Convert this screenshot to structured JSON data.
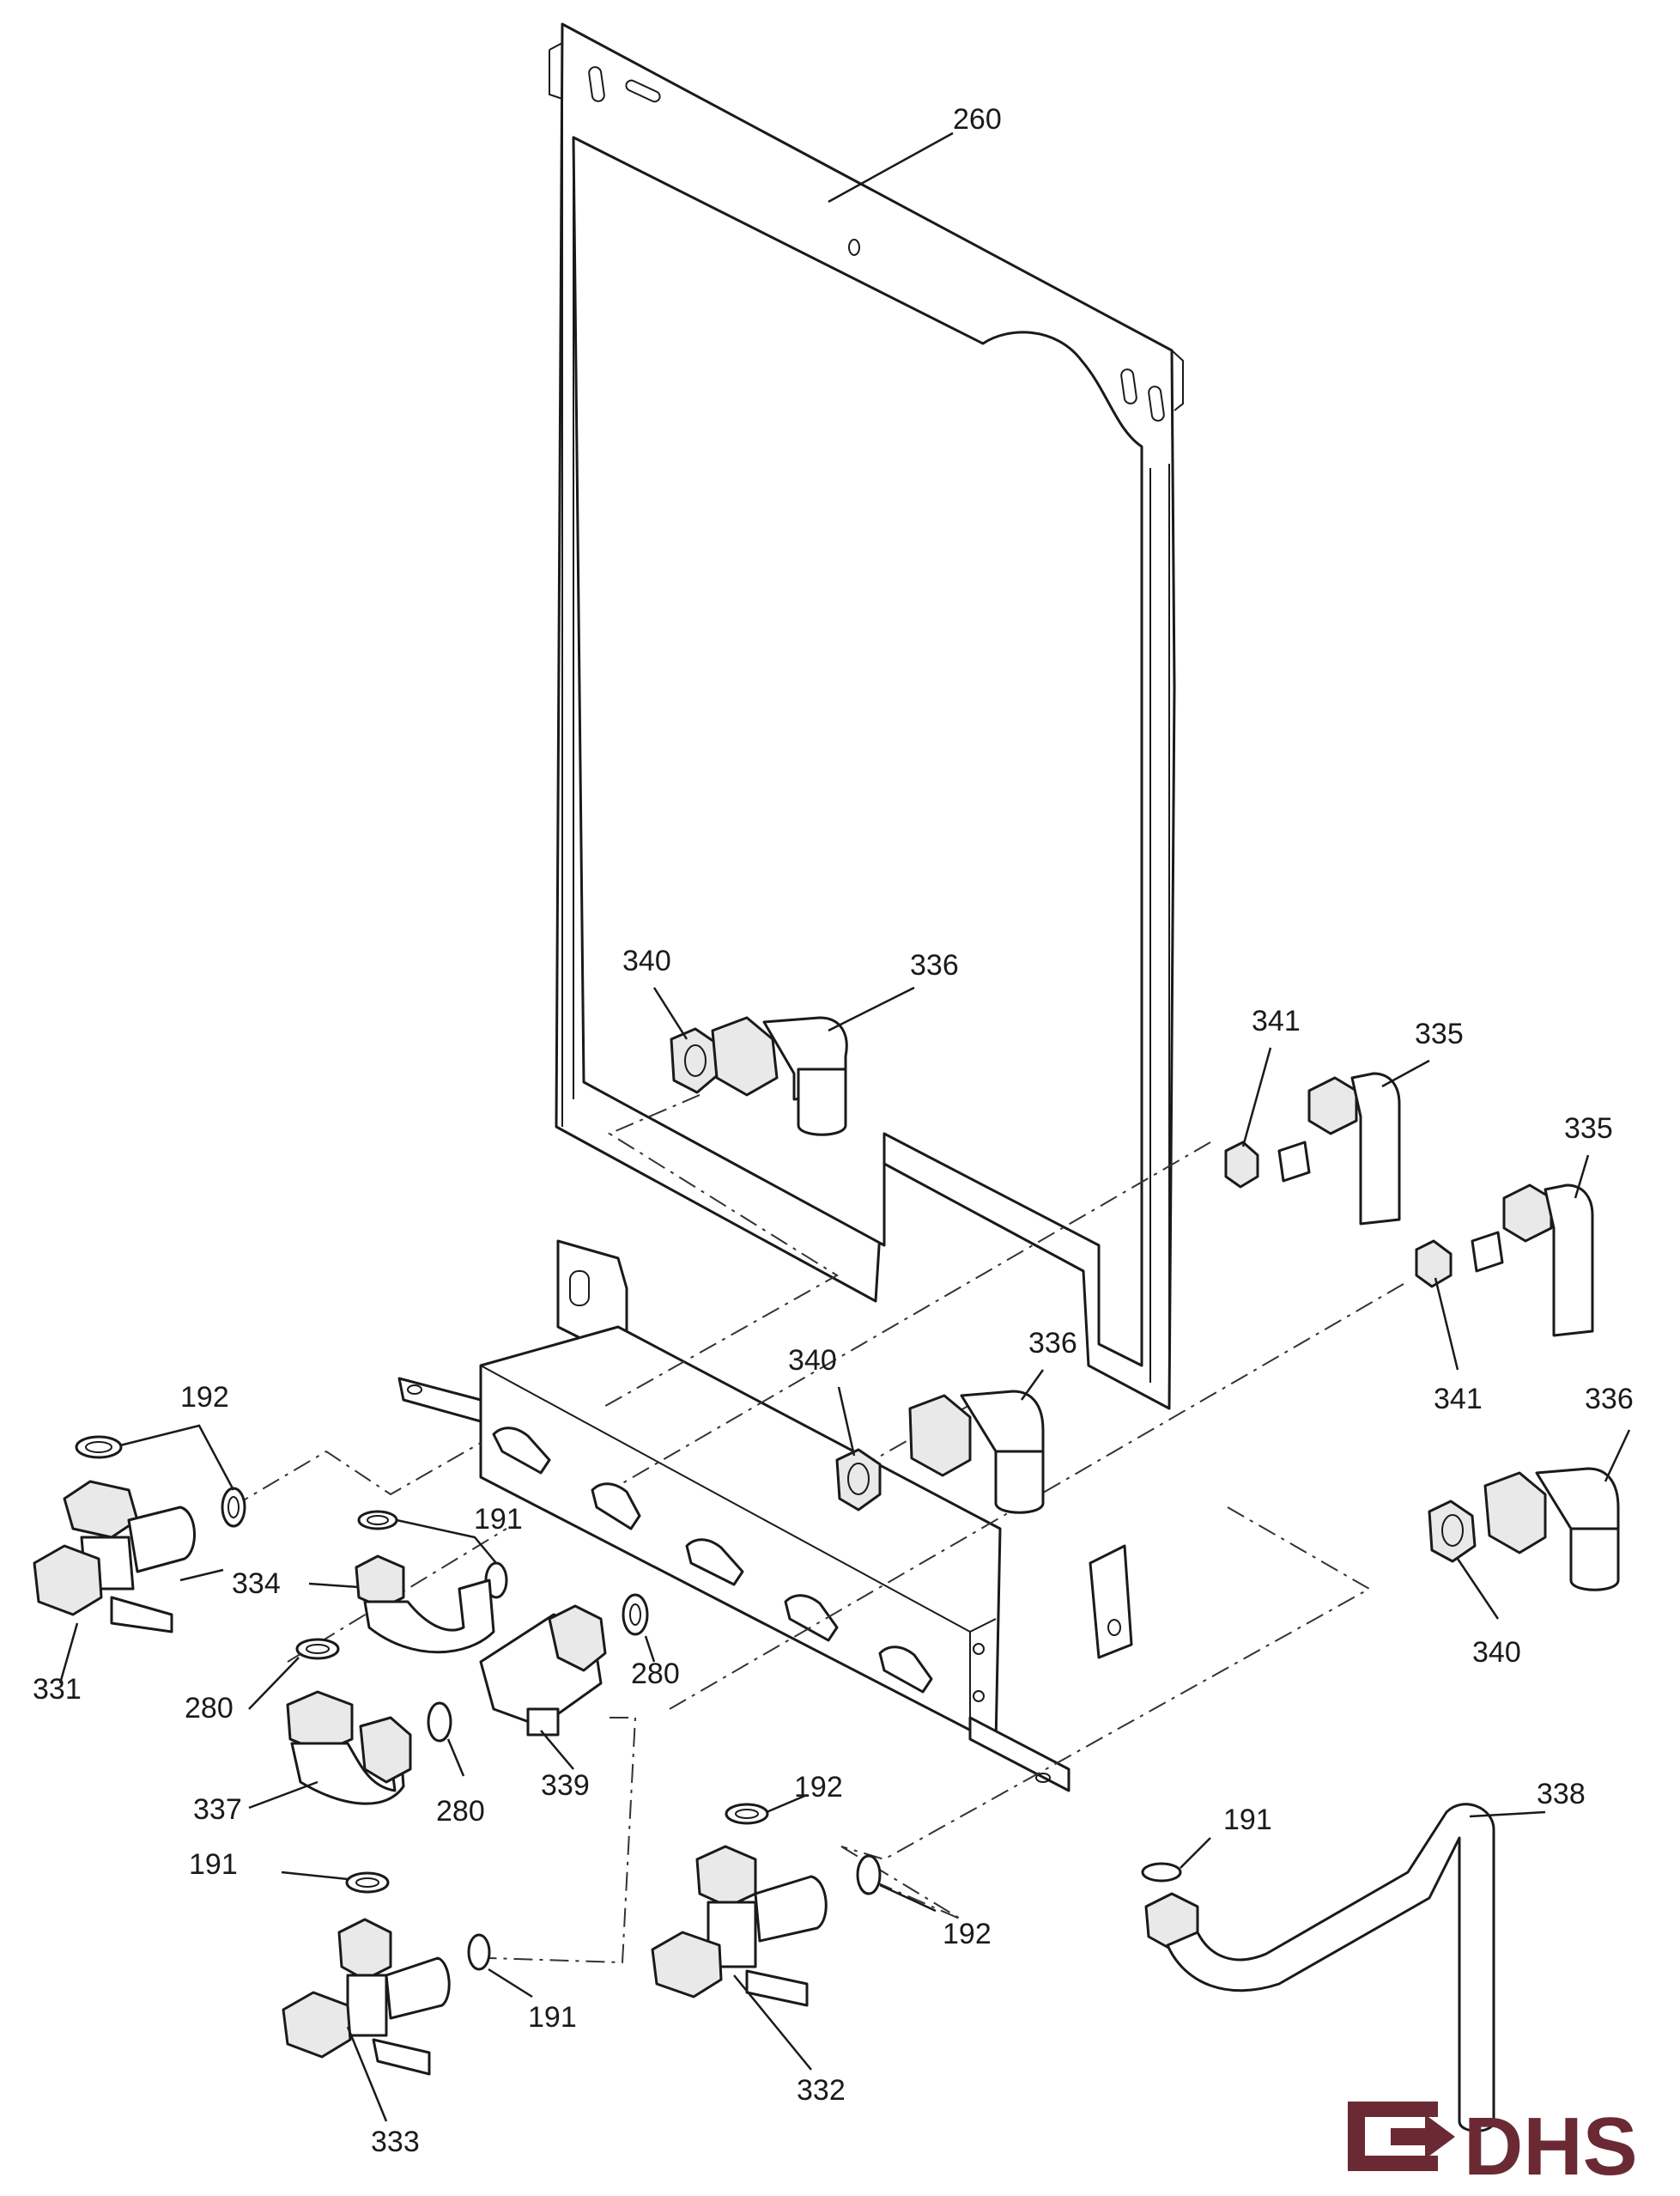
{
  "diagram": {
    "callouts": {
      "c260": "260",
      "c340a": "340",
      "c336a": "336",
      "c341a": "341",
      "c335a": "335",
      "c335b": "335",
      "c341b": "341",
      "c340b": "340",
      "c336b": "336",
      "c336c": "336",
      "c340c": "340",
      "c192a": "192",
      "c191a": "191",
      "c334": "334",
      "c331": "331",
      "c280a": "280",
      "c280b": "280",
      "c280c": "280",
      "c337": "337",
      "c339": "339",
      "c192b": "192",
      "c192c": "192",
      "c191b": "191",
      "c191c": "191",
      "c191d": "191",
      "c338": "338",
      "c332": "332",
      "c333": "333"
    }
  },
  "logo": {
    "text": "DHS",
    "color": "#6b2a33"
  }
}
